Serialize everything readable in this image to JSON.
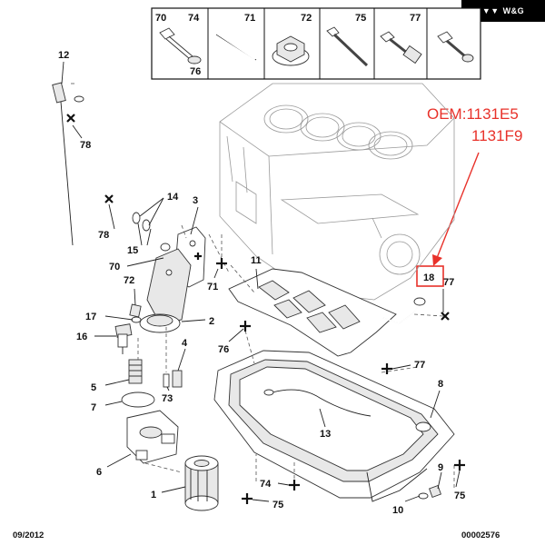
{
  "badge": {
    "text": "W&G"
  },
  "header_table": {
    "cells": [
      "70",
      "74",
      "71",
      "72",
      "75",
      "77"
    ],
    "sub_label": "76"
  },
  "oem": {
    "line1": "OEM:1131E5",
    "line2": "1131F9",
    "highlight_part": "18",
    "color": "#e8312a"
  },
  "part_labels": [
    {
      "id": "12",
      "text": "12"
    },
    {
      "id": "78a",
      "text": "78"
    },
    {
      "id": "14",
      "text": "14"
    },
    {
      "id": "3",
      "text": "3"
    },
    {
      "id": "78b",
      "text": "78"
    },
    {
      "id": "15",
      "text": "15"
    },
    {
      "id": "70",
      "text": "70"
    },
    {
      "id": "72",
      "text": "72"
    },
    {
      "id": "11",
      "text": "11"
    },
    {
      "id": "71",
      "text": "71"
    },
    {
      "id": "17",
      "text": "17"
    },
    {
      "id": "2",
      "text": "2"
    },
    {
      "id": "16",
      "text": "16"
    },
    {
      "id": "4",
      "text": "4"
    },
    {
      "id": "76",
      "text": "76"
    },
    {
      "id": "77a",
      "text": "77"
    },
    {
      "id": "77b",
      "text": "77"
    },
    {
      "id": "5",
      "text": "5"
    },
    {
      "id": "73",
      "text": "73"
    },
    {
      "id": "7",
      "text": "7"
    },
    {
      "id": "8",
      "text": "8"
    },
    {
      "id": "13",
      "text": "13"
    },
    {
      "id": "6",
      "text": "6"
    },
    {
      "id": "9",
      "text": "9"
    },
    {
      "id": "74",
      "text": "74"
    },
    {
      "id": "1",
      "text": "1"
    },
    {
      "id": "75a",
      "text": "75"
    },
    {
      "id": "75b",
      "text": "75"
    },
    {
      "id": "10",
      "text": "10"
    }
  ],
  "footer": {
    "date": "09/2012",
    "doc_number": "00002576"
  }
}
